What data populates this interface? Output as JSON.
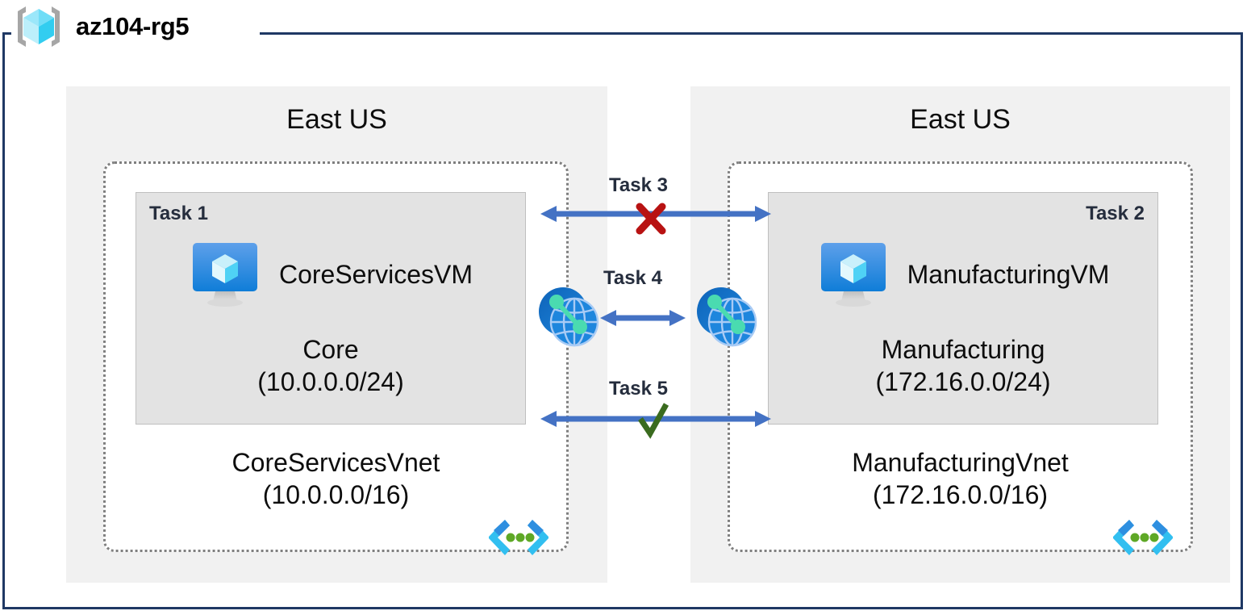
{
  "resource_group": {
    "name": "az104-rg5",
    "icon": "resource-group-cube-icon"
  },
  "regions": [
    {
      "id": "left",
      "label": "East US"
    },
    {
      "id": "right",
      "label": "East US"
    }
  ],
  "vnets": [
    {
      "id": "coreservices",
      "task": "Task 1",
      "task_align": "left",
      "vm_name": "CoreServicesVM",
      "vm_icon": "virtual-machine-icon",
      "subnet_name": "Core",
      "subnet_cidr": "(10.0.0.0/24)",
      "vnet_name": "CoreServicesVnet",
      "vnet_cidr": "(10.0.0.0/16)",
      "vnet_icon": "virtual-network-icon"
    },
    {
      "id": "manufacturing",
      "task": "Task 2",
      "task_align": "right",
      "vm_name": "ManufacturingVM",
      "vm_icon": "virtual-machine-icon",
      "subnet_name": "Manufacturing",
      "subnet_cidr": "(172.16.0.0/24)",
      "vnet_name": "ManufacturingVnet",
      "vnet_cidr": "(172.16.0.0/16)",
      "vnet_icon": "virtual-network-icon"
    }
  ],
  "connections": [
    {
      "id": "task3",
      "label": "Task 3",
      "status": "blocked",
      "status_icon": "red-x-icon",
      "status_color": "#B81212"
    },
    {
      "id": "task4",
      "label": "Task 4",
      "status": "peering",
      "status_icon": "vnet-peering-icon",
      "status_color": "#4472C4"
    },
    {
      "id": "task5",
      "label": "Task 5",
      "status": "allowed",
      "status_icon": "green-check-icon",
      "status_color": "#3A6B1F"
    }
  ],
  "colors": {
    "frame_border": "#1F3864",
    "region_panel": "#f1f1f1",
    "subnet_fill": "#e3e3e3",
    "vnet_border": "#7f7f7f",
    "arrow_blue": "#4472C4",
    "task_text": "#252D3D"
  }
}
